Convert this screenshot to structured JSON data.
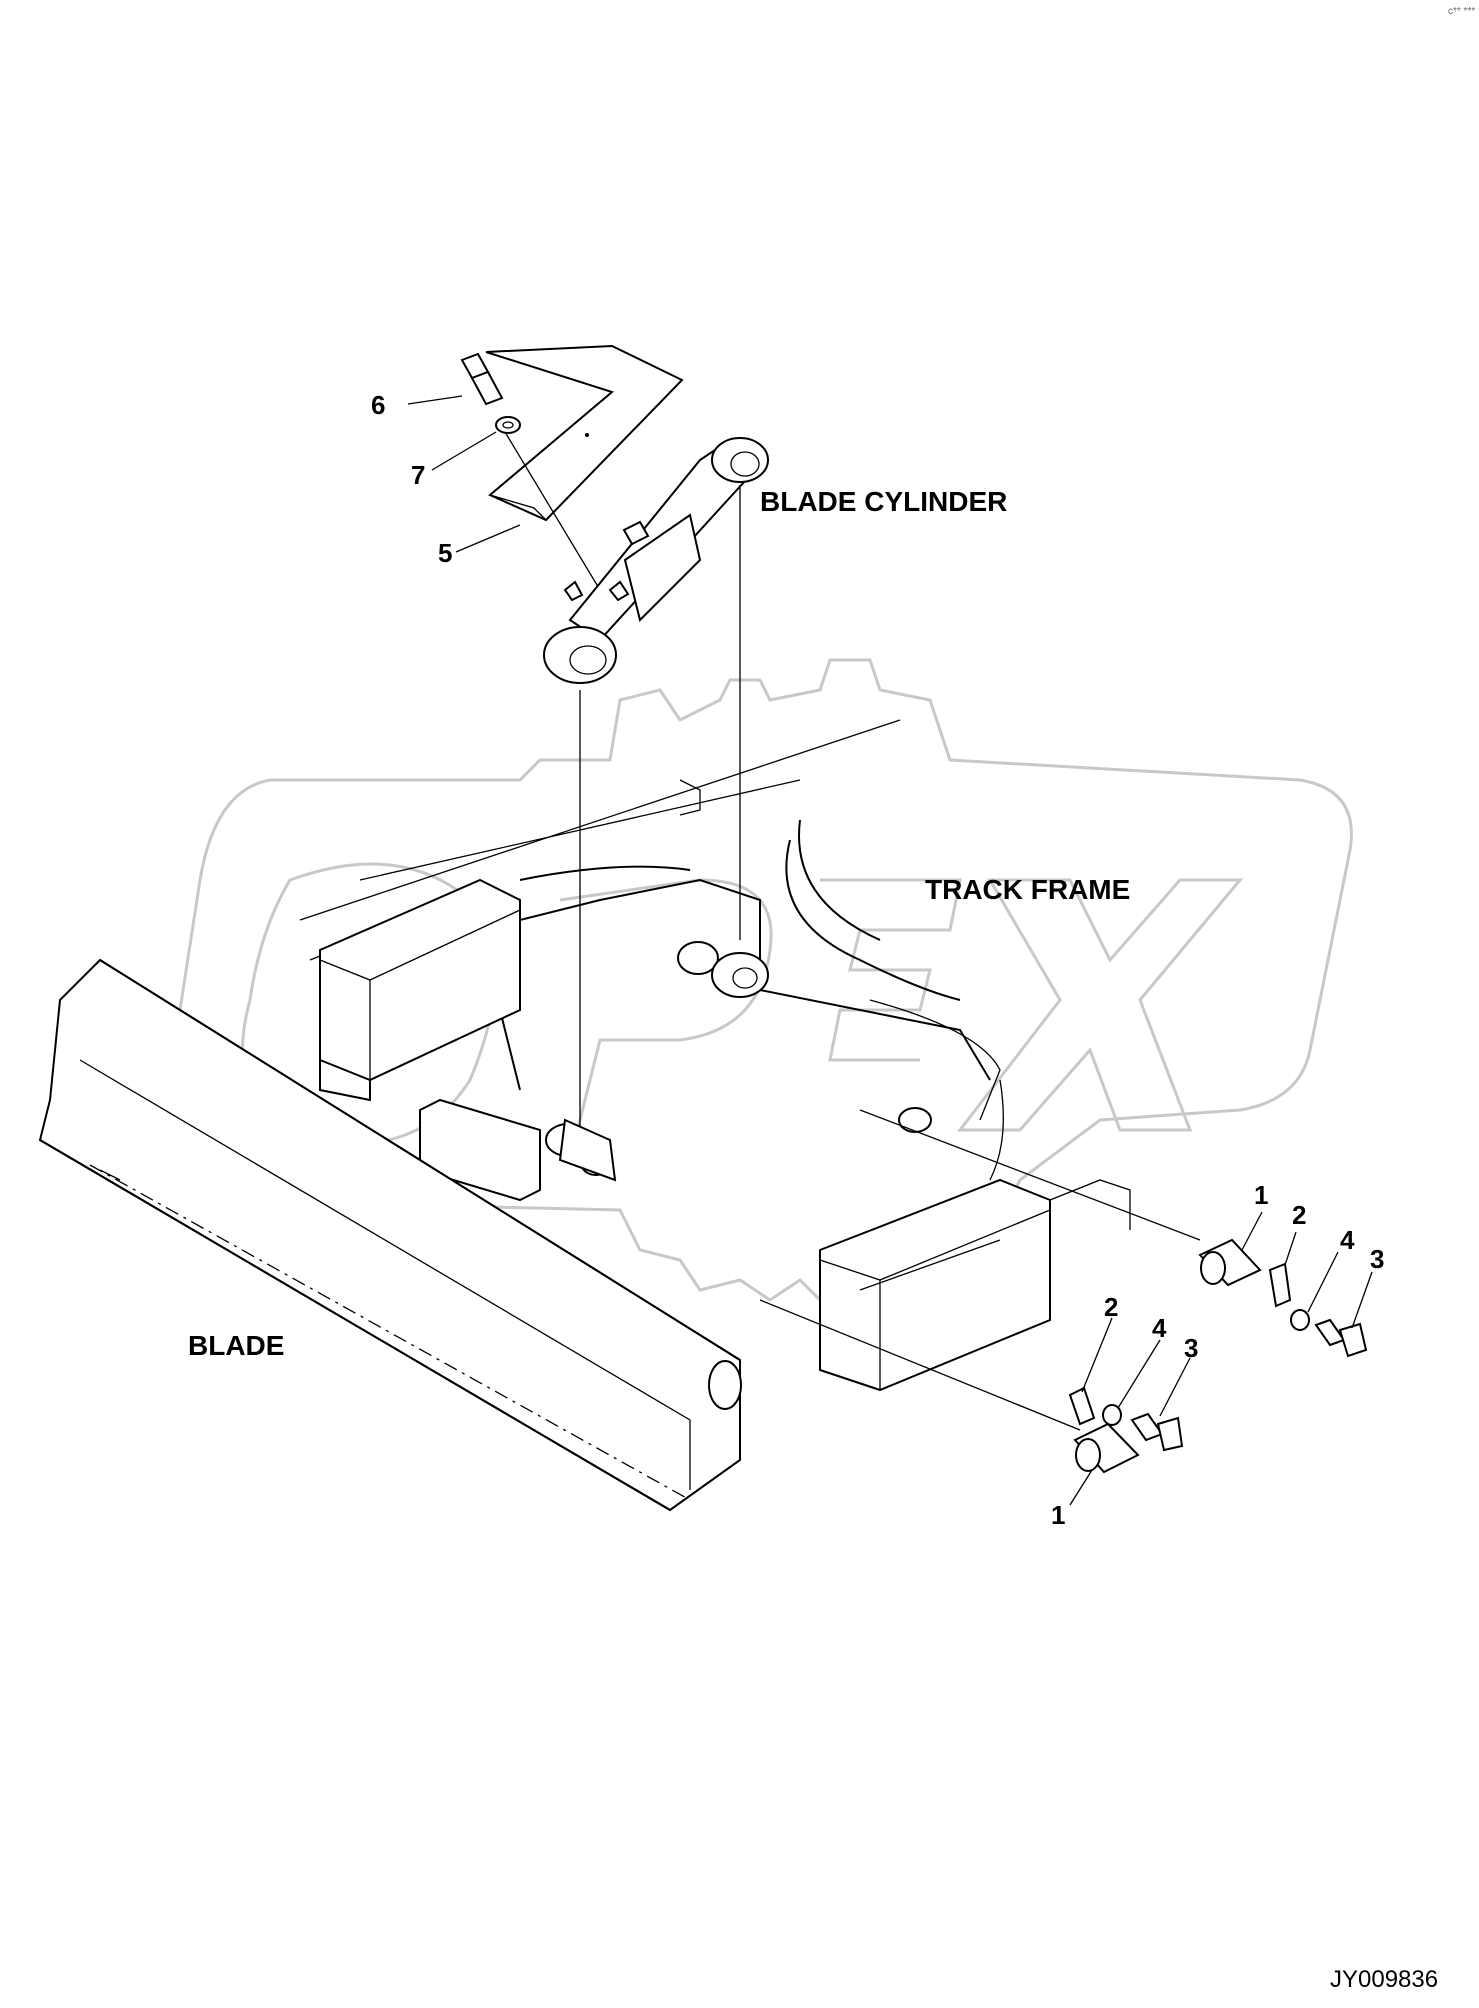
{
  "labels": {
    "blade_cylinder": "BLADE CYLINDER",
    "track_frame": "TRACK FRAME",
    "blade": "BLADE"
  },
  "callouts": {
    "c6": "6",
    "c7": "7",
    "c5": "5",
    "c1_right": "1",
    "c2_right": "2",
    "c4_right": "4",
    "c3_right": "3",
    "c2_lower": "2",
    "c4_lower": "4",
    "c3_lower": "3",
    "c1_lower": "1"
  },
  "figure_id": "JY009836",
  "corner_mark": "c** ***",
  "watermark": "OPEX"
}
